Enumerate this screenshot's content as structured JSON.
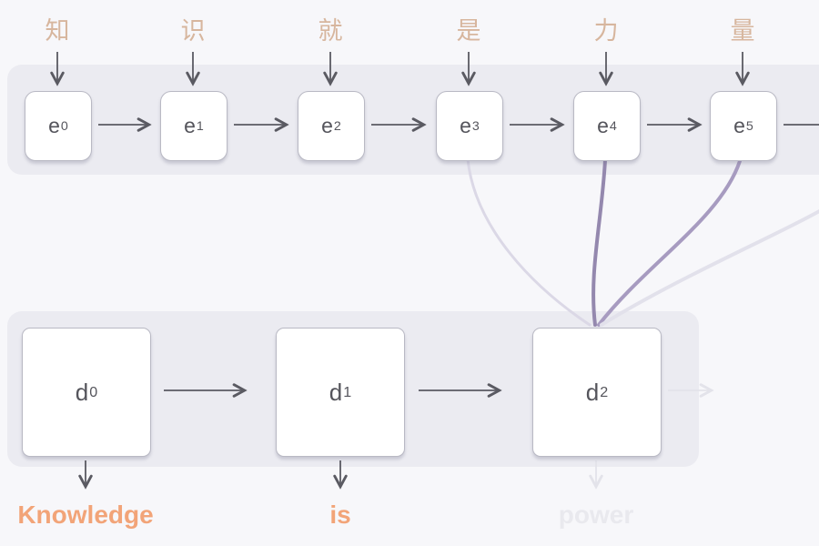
{
  "diagram": {
    "source_tokens": [
      {
        "label": "知"
      },
      {
        "label": "识"
      },
      {
        "label": "就"
      },
      {
        "label": "是"
      },
      {
        "label": "力"
      },
      {
        "label": "量"
      }
    ],
    "encoder_nodes": [
      {
        "base": "e",
        "sub": "0"
      },
      {
        "base": "e",
        "sub": "1"
      },
      {
        "base": "e",
        "sub": "2"
      },
      {
        "base": "e",
        "sub": "3"
      },
      {
        "base": "e",
        "sub": "4"
      },
      {
        "base": "e",
        "sub": "5"
      }
    ],
    "decoder_nodes": [
      {
        "base": "d",
        "sub": "0"
      },
      {
        "base": "d",
        "sub": "1"
      },
      {
        "base": "d",
        "sub": "2"
      }
    ],
    "output_tokens": [
      {
        "label": "Knowledge",
        "state": "visible"
      },
      {
        "label": "is",
        "state": "visible"
      },
      {
        "label": "power",
        "state": "fading-in"
      }
    ],
    "attention_links": [
      {
        "from": "e3",
        "to": "d2",
        "strength": "weak"
      },
      {
        "from": "e4",
        "to": "d2",
        "strength": "strong"
      },
      {
        "from": "e5",
        "to": "d2",
        "strength": "medium"
      },
      {
        "from": "offscreen-right",
        "to": "d2",
        "strength": "very-weak"
      }
    ],
    "colors": {
      "page_background": "#f7f7fa",
      "band_background": "#ebebf1",
      "node_border": "#b9b9c4",
      "node_label": "#55555c",
      "source_token": "#d7b69e",
      "output_token": "#f2a478",
      "output_token_fading": "#e9e9ee",
      "arrow": "#5a5a62",
      "arrow_faint": "#e3e3ea",
      "attention_strong": "#9488ae",
      "attention_medium": "#a79bc0",
      "attention_weak": "#dbd8e6",
      "attention_very_weak": "#e2e1eb"
    }
  }
}
